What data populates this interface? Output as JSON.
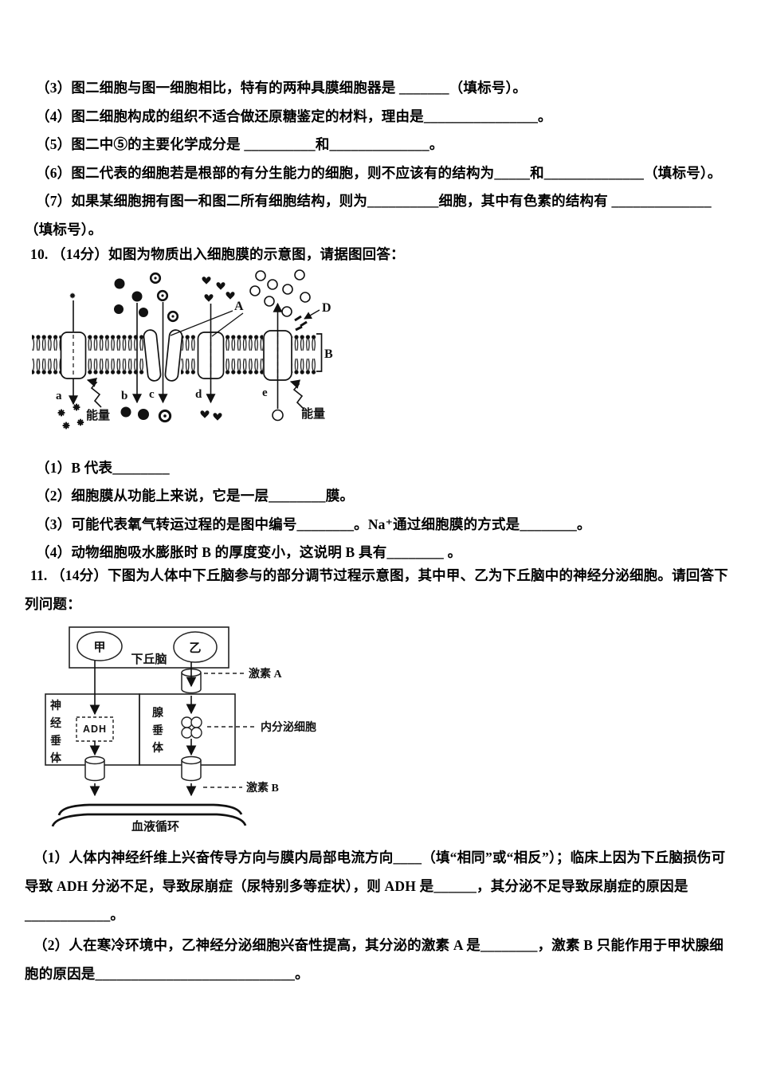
{
  "doc": {
    "q9_items": [
      "（3）图二细胞与图一细胞相比，特有的两种具膜细胞器是 _______（填标号）。",
      "（4）图二细胞构成的组织不适合做还原糖鉴定的材料，理由是________________。",
      "（5）图二中⑤的主要化学成分是 __________和______________。",
      "（6）图二代表的细胞若是根部的有分生能力的细胞，则不应该有的结构为_____和______________（填标号）。",
      "（7）如果某细胞拥有图一和图二所有细胞结构，则为__________细胞，其中有色素的结构有 ______________（填标号）。"
    ],
    "q10": {
      "stem": "10. （14分）如图为物质出入细胞膜的示意图，请据图回答：",
      "subs": [
        "（1）B 代表________",
        "（2）细胞膜从功能上来说，它是一层________膜。",
        "（3）可能代表氧气转运过程的是图中编号________。Na⁺通过细胞膜的方式是________。",
        "（4）动物细胞吸水膨胀时 B 的厚度变小，这说明 B 具有________ 。"
      ],
      "diagram": {
        "label_a": "a",
        "label_b": "b",
        "label_c": "c",
        "label_d": "d",
        "label_e": "e",
        "label_A": "A",
        "label_B": "B",
        "label_D": "D",
        "energy_left": "能量",
        "energy_right": "能量"
      }
    },
    "q11": {
      "stem": "11. （14分）下图为人体中下丘脑参与的部分调节过程示意图，其中甲、乙为下丘脑中的神经分泌细胞。请回答下列问题：",
      "subs": [
        "（1）人体内神经纤维上兴奋传导方向与膜内局部电流方向____（填“相同”或“相反”）；临床上因为下丘脑损伤可导致 ADH 分泌不足，导致尿崩症（尿特别多等症状），则 ADH 是______，其分泌不足导致尿崩症的原因是____________。",
        "（2）人在寒冷环境中，乙神经分泌细胞兴奋性提高，其分泌的激素 A 是________，激素 B 只能作用于甲状腺细胞的原因是____________________________。"
      ],
      "diagram": {
        "cell_jia": "甲",
        "cell_yi": "乙",
        "hypothalamus": "下丘脑",
        "hormone_a": "激素 A",
        "hormone_b": "激素 B",
        "adh": "ADH",
        "endocrine_label": "内分泌细胞",
        "blood_circulation": "血液循环",
        "neuro_chars": [
          "神",
          "经",
          "垂",
          "体"
        ],
        "adeno_chars": [
          "腺",
          "垂",
          "体"
        ]
      }
    }
  }
}
